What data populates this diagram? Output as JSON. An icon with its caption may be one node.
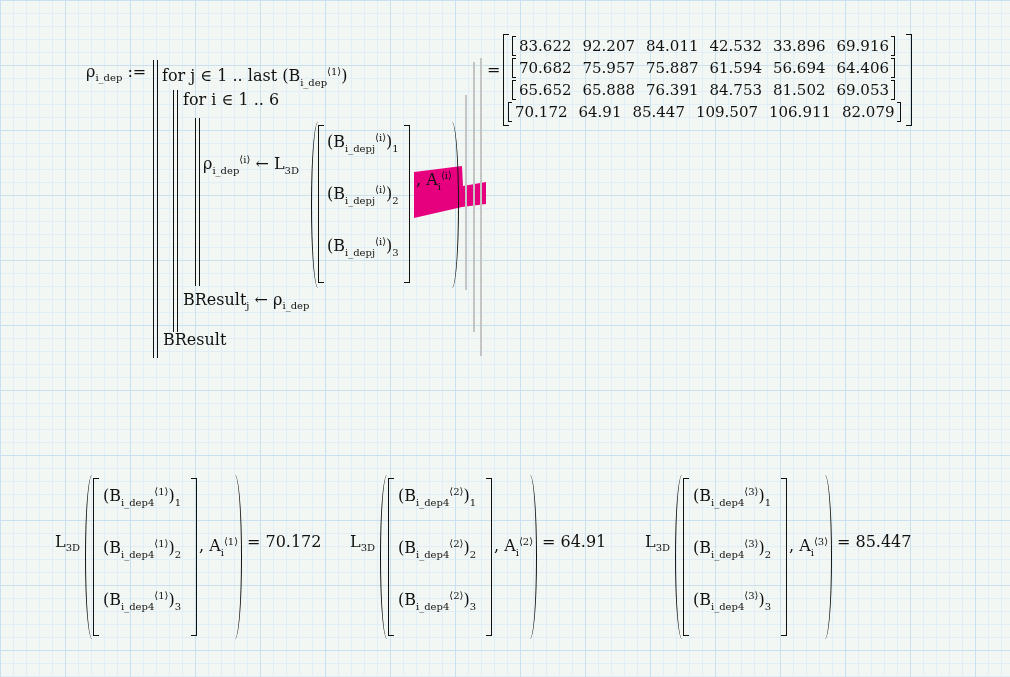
{
  "diagram": {
    "labels": [
      "ρ$_{i_dep}$ :=",
      "for j ∈ 1 .. last (B$_{i_dep}$$^{⟨1⟩}$)",
      "for i ∈ 1 .. 6",
      "ρ$_{i_dep}$$^{⟨i⟩}$ ← L$_{3D}$",
      "(B$_{i_dep}$$_{j}$$^{⟨i⟩}$)$_{1}$",
      "(B$_{i_dep}$$_{j}$$^{⟨i⟩}$)$_{2}$",
      "(B$_{i_dep}$$_{j}$$^{⟨i⟩}$)$_{3}$",
      ", A$_{i}$$^{⟨i⟩}$",
      "BResult$_{j}$ ← ρ$_{i_dep}$",
      "BResult",
      "=",
      "83.622",
      "92.207",
      "84.011",
      "42.532",
      "33.896",
      "69.916",
      "70.682",
      "75.957",
      "75.887",
      "61.594",
      "56.694",
      "64.406",
      "65.652",
      "65.888",
      "76.391",
      "84.753",
      "81.502",
      "69.053",
      "70.172",
      "64.91",
      "85.447",
      "109.507",
      "106.911",
      "82.079",
      "L$_{3D}$",
      "(B$_{i_dep}$$_{4}$$^{⟨1⟩}$)$_{1}$",
      "(B$_{i_dep}$$_{4}$$^{⟨1⟩}$)$_{2}$",
      "(B$_{i_dep}$$_{4}$$^{⟨1⟩}$)$_{3}$",
      ", A$_{i}$$^{⟨1⟩}$",
      "= 70.172",
      "L$_{3D}$",
      "(B$_{i_dep}$$_{4}$$^{⟨2⟩}$)$_{1}$",
      "(B$_{i_dep}$$_{4}$$^{⟨2⟩}$)$_{2}$",
      "(B$_{i_dep}$$_{4}$$^{⟨2⟩}$)$_{3}$",
      ", A$_{i}$$^{⟨2⟩}$",
      "= 64.91",
      "L$_{3D}$",
      "(B$_{i_dep}$$_{4}$$^{⟨3⟩}$)$_{1}$",
      "(B$_{i_dep}$$_{4}$$^{⟨3⟩}$)$_{2}$",
      "(B$_{i_dep}$$_{4}$$^{⟨3⟩}$)$_{3}$",
      ", A$_{i}$$^{⟨3⟩}$",
      "= 85.447"
    ]
  }
}
